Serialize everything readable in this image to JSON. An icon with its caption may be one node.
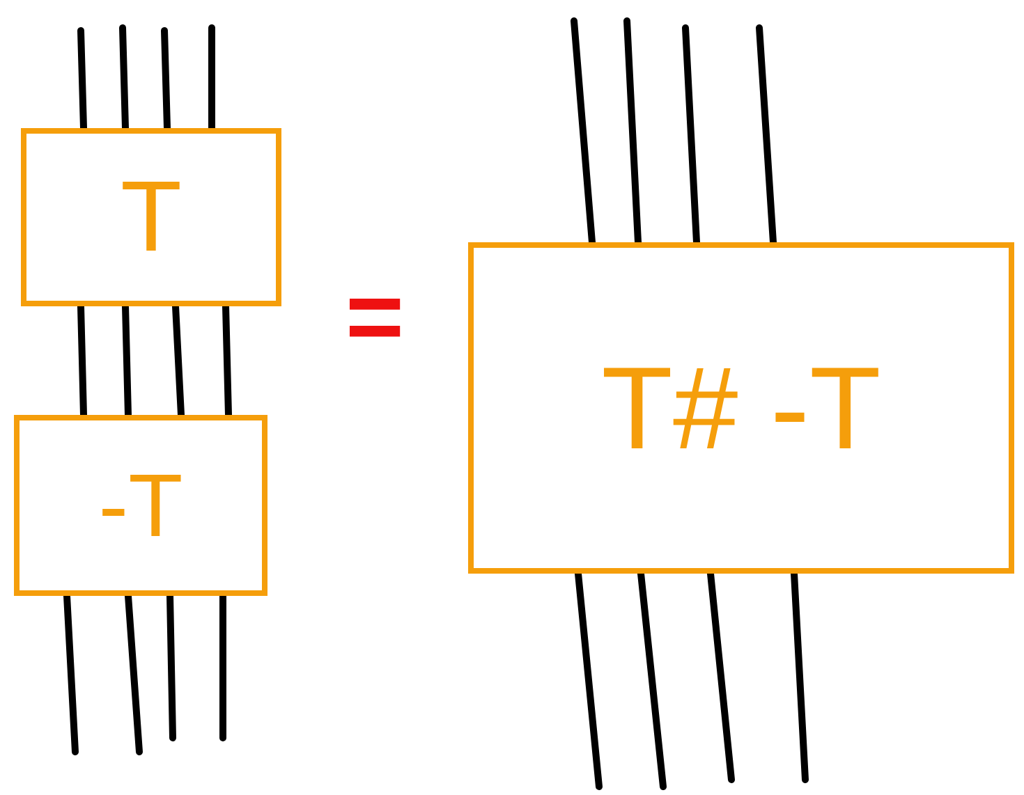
{
  "diagram": {
    "nodes": [
      {
        "text": [
          "T"
        ]
      },
      {
        "text": [
          "-T"
        ]
      },
      {
        "text": [
          "T# -T"
        ]
      }
    ],
    "edges": [
      {
        "from": null,
        "to": 0,
        "arrow": "none"
      },
      {
        "from": null,
        "to": 0,
        "arrow": "none"
      },
      {
        "from": null,
        "to": 0,
        "arrow": "none"
      },
      {
        "from": null,
        "to": 0,
        "arrow": "none"
      },
      {
        "from": 0,
        "to": 1,
        "arrow": "none"
      },
      {
        "from": 0,
        "to": 1,
        "arrow": "none"
      },
      {
        "from": 0,
        "to": 1,
        "arrow": "none"
      },
      {
        "from": 0,
        "to": 1,
        "arrow": "none"
      },
      {
        "from": 1,
        "to": null,
        "arrow": "none"
      },
      {
        "from": 1,
        "to": null,
        "arrow": "none"
      },
      {
        "from": 1,
        "to": null,
        "arrow": "none"
      },
      {
        "from": 1,
        "to": null,
        "arrow": "none"
      },
      {
        "from": null,
        "to": 2,
        "arrow": "none"
      },
      {
        "from": null,
        "to": 2,
        "arrow": "none"
      },
      {
        "from": null,
        "to": 2,
        "arrow": "none"
      },
      {
        "from": null,
        "to": 2,
        "arrow": "none"
      },
      {
        "from": 2,
        "to": null,
        "arrow": "none"
      },
      {
        "from": 2,
        "to": null,
        "arrow": "none"
      },
      {
        "from": 2,
        "to": null,
        "arrow": "none"
      },
      {
        "from": 2,
        "to": null,
        "arrow": "none"
      }
    ],
    "labels": [
      "="
    ]
  }
}
